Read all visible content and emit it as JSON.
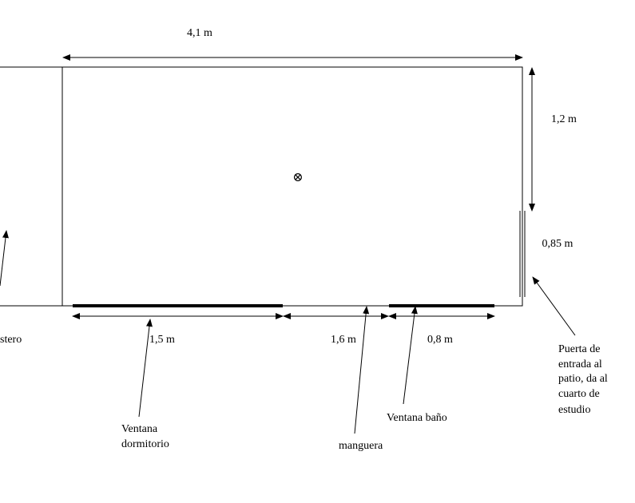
{
  "dimensions": {
    "top_width": "4,1 m",
    "right_upper": "1,2 m",
    "door_width": "0,85 m",
    "window_bedroom": "1,5 m",
    "gap": "1,6 m",
    "window_bathroom": "0,8 m"
  },
  "labels": {
    "left_cut": "stero",
    "window_bedroom": [
      "Ventana",
      "dormitorio"
    ],
    "hose": "manguera",
    "window_bathroom": "Ventana baño",
    "door": [
      "Puerta de",
      "entrada al",
      "patio,  da al",
      "cuarto de",
      "estudio"
    ]
  },
  "symbols": {
    "center_marker": "⊗"
  },
  "colors": {
    "line": "#000000",
    "background": "#ffffff"
  }
}
